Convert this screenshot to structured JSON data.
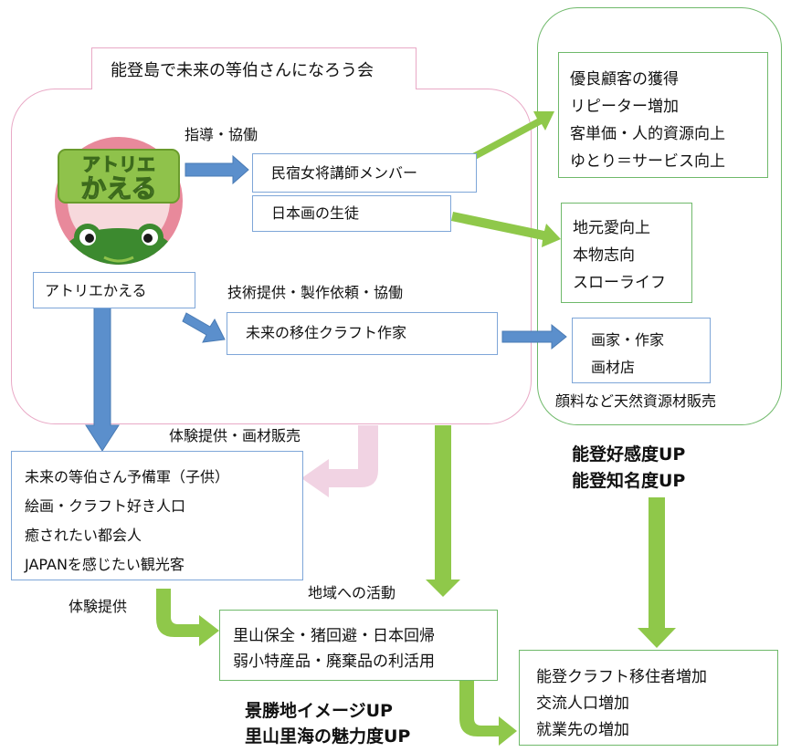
{
  "org_title": "能登島で未来の等伯さんになろう会",
  "logo": {
    "line1": "アトリエ",
    "line2": "かえる",
    "colors": {
      "ring": "#e8899b",
      "frame": "#8fc24b",
      "frog": "#3c8a2f"
    }
  },
  "atelier_label": "アトリエかえる",
  "label_guidance": "指導・協働",
  "member_innkeepers": "民宿女将講師メンバー",
  "member_students": "日本画の生徒",
  "label_tech": "技術提供・製作依頼・協働",
  "craft_artists": "未来の移住クラフト作家",
  "label_experience_sales": "体験提供・画材販売",
  "audience": [
    "未来の等伯さん予備軍（子供）",
    "絵画・クラフト好き人口",
    "癒されたい都会人",
    "JAPANを感じたい観光客"
  ],
  "label_experience": "体験提供",
  "label_regional": "地域への活動",
  "regional_activities": [
    "里山保全・猪回避・日本回帰",
    "弱小特産品・廃棄品の利活用"
  ],
  "slogan_scenic": [
    "景勝地イメージUP",
    "里山里海の魅力度UP"
  ],
  "customer_gains": [
    "優良顧客の獲得",
    "リピーター増加",
    "客単価・人的資源向上",
    "ゆとり＝サービス向上"
  ],
  "local_values": [
    "地元愛向上",
    "本物志向",
    "スローライフ"
  ],
  "artists_shop": [
    "画家・作家",
    "画材店"
  ],
  "natural_materials": "顔料など天然資源材販売",
  "slogan_noto": [
    "能登好感度UP",
    "能登知名度UP"
  ],
  "outcomes": [
    "能登クラフト移住者増加",
    "交流人口増加",
    "就業先の増加"
  ],
  "colors": {
    "blue_arrow": "#5b8fcc",
    "green_arrow": "#8fc84a",
    "pink_arrow": "#f1d3e3",
    "pink_border": "#e9a9c6",
    "green_border": "#6fb96a",
    "blue_border": "#7ea6d8"
  }
}
